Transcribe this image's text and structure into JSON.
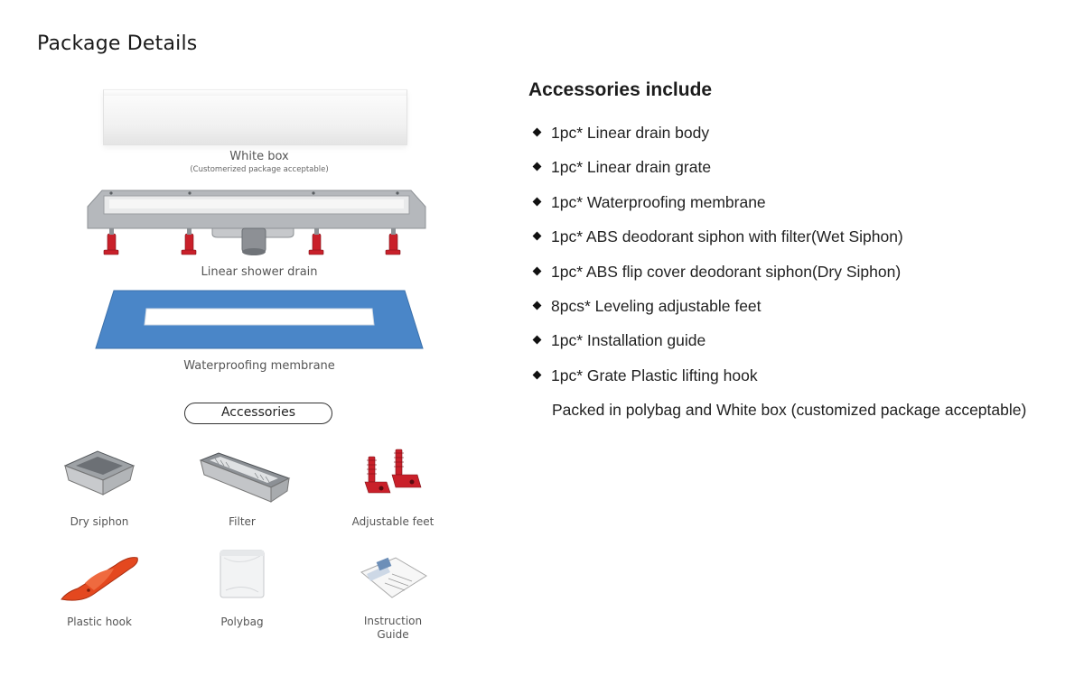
{
  "page": {
    "title": "Package Details"
  },
  "package": {
    "white_box": {
      "label": "White box",
      "sublabel": "(Customerized package acceptable)"
    },
    "drain": {
      "label": "Linear shower drain"
    },
    "membrane": {
      "label": "Waterproofing membrane"
    }
  },
  "accessories": {
    "heading": "Accessories",
    "items": [
      {
        "label": "Dry siphon",
        "icon": "dry-siphon-icon"
      },
      {
        "label": "Filter",
        "icon": "filter-icon"
      },
      {
        "label": "Adjustable feet",
        "icon": "adjustable-feet-icon"
      },
      {
        "label": "Plastic hook",
        "icon": "plastic-hook-icon"
      },
      {
        "label": "Polybag",
        "icon": "polybag-icon"
      },
      {
        "label_line1": "Instruction",
        "label_line2": "Guide",
        "icon": "instruction-guide-icon"
      }
    ]
  },
  "includes": {
    "title": "Accessories include",
    "items": [
      "1pc* Linear drain body",
      "1pc* Linear drain grate",
      "1pc* Waterproofing membrane",
      "1pc* ABS deodorant siphon with filter(Wet Siphon)",
      "1pc* ABS flip cover deodorant siphon(Dry Siphon)",
      "8pcs* Leveling adjustable feet",
      "1pc* Installation guide",
      "1pc* Grate Plastic lifting hook"
    ],
    "note": "Packed in polybag and White box (customized package acceptable)"
  },
  "colors": {
    "membrane_blue": "#4a86c8",
    "feet_red": "#c9202a",
    "hook_orange": "#e4481f",
    "steel": "#a9acb0"
  }
}
